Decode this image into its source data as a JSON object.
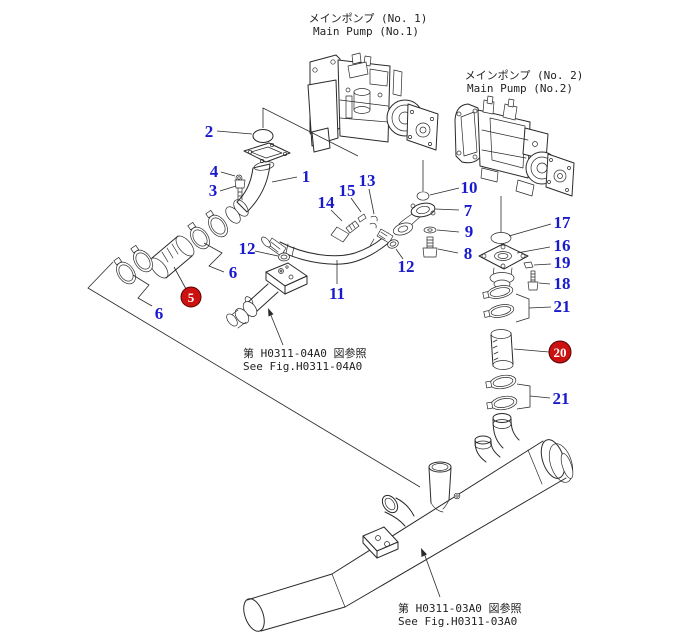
{
  "colors": {
    "callout-blue": "#1a1acd",
    "highlight-red": "#cc1111",
    "highlight-text": "#ffffff",
    "line-color": "#2a2a2a",
    "background": "#ffffff"
  },
  "labels": {
    "pump1_jp": "メインポンプ (No. 1)",
    "pump1_en": "Main Pump (No.1)",
    "pump2_jp": "メインポンプ (No. 2)",
    "pump2_en": "Main Pump (No.2)",
    "see_fig_04a0_jp": "第 H0311-04A0 図参照",
    "see_fig_04a0_en": "See Fig.H0311-04A0",
    "see_fig_03a0_jp": "第 H0311-03A0 図参照",
    "see_fig_03a0_en": "See Fig.H0311-03A0"
  },
  "callouts": {
    "c1": {
      "label": "1"
    },
    "c2": {
      "label": "2"
    },
    "c3": {
      "label": "3"
    },
    "c4": {
      "label": "4"
    },
    "c5": {
      "label": "5",
      "highlighted": true
    },
    "c6a": {
      "label": "6"
    },
    "c6b": {
      "label": "6"
    },
    "c7": {
      "label": "7"
    },
    "c8": {
      "label": "8"
    },
    "c9": {
      "label": "9"
    },
    "c10": {
      "label": "10"
    },
    "c11": {
      "label": "11"
    },
    "c12a": {
      "label": "12"
    },
    "c12b": {
      "label": "12"
    },
    "c13": {
      "label": "13"
    },
    "c14": {
      "label": "14"
    },
    "c15": {
      "label": "15"
    },
    "c16": {
      "label": "16"
    },
    "c17": {
      "label": "17"
    },
    "c18": {
      "label": "18"
    },
    "c19": {
      "label": "19"
    },
    "c20": {
      "label": "20",
      "highlighted": true
    },
    "c21a": {
      "label": "21"
    },
    "c21b": {
      "label": "21"
    }
  }
}
